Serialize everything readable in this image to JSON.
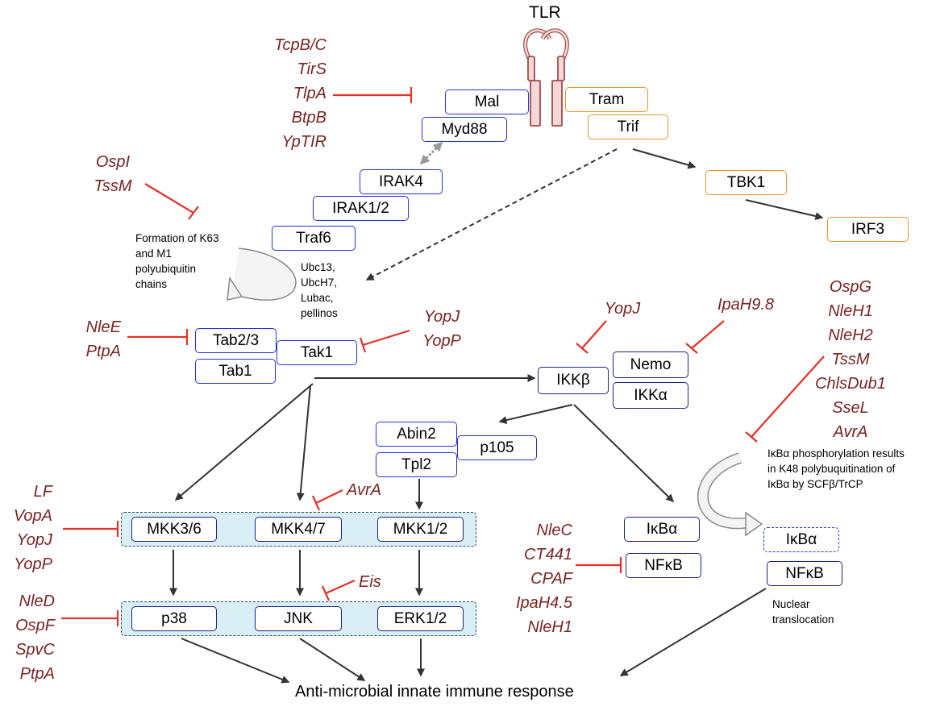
{
  "receptor": {
    "label": "TLR"
  },
  "nodes": {
    "mal": "Mal",
    "myd88": "Myd88",
    "tram": "Tram",
    "trif": "Trif",
    "tbk1": "TBK1",
    "irf3": "IRF3",
    "irak4": "IRAK4",
    "irak12": "IRAK1/2",
    "traf6": "Traf6",
    "tab23": "Tab2/3",
    "tak1": "Tak1",
    "tab1": "Tab1",
    "ikkb": "IKKβ",
    "nemo": "Nemo",
    "ikka": "IKKα",
    "abin2": "Abin2",
    "p105": "p105",
    "tpl2": "Tpl2",
    "mkk36": "MKK3/6",
    "mkk47": "MKK4/7",
    "mkk12": "MKK1/2",
    "p38": "p38",
    "jnk": "JNK",
    "erk12": "ERK1/2",
    "ikba": "IκBα",
    "nfkb": "NFκB",
    "ikba2": "IκBα",
    "nfkb2": "NFκB"
  },
  "inhibitors": {
    "tir": [
      "TcpB/C",
      "TirS",
      "TlpA",
      "BtpB",
      "YpTIR"
    ],
    "ospi": [
      "OspI",
      "TssM"
    ],
    "nlee": [
      "NleE",
      "PtpA"
    ],
    "yopj_tak": [
      "YopJ",
      "YopP"
    ],
    "yopj_ikk": [
      "YopJ"
    ],
    "ipah98": [
      "IpaH9.8"
    ],
    "ospg": [
      "OspG",
      "NleH1",
      "NleH2",
      "TssM",
      "ChlsDub1",
      "SseL",
      "AvrA"
    ],
    "lf": [
      "LF",
      "VopA",
      "YopJ",
      "YopP"
    ],
    "avra": [
      "AvrA"
    ],
    "eis": [
      "Eis"
    ],
    "nled": [
      "NleD",
      "OspF",
      "SpvC",
      "PtpA"
    ],
    "nlec": [
      "NleC",
      "CT441",
      "CPAF",
      "IpaH4.5",
      "NleH1"
    ]
  },
  "notes": {
    "k63": [
      "Formation of K63",
      "and M1",
      "polyubiquitin",
      "chains"
    ],
    "ubc": [
      "Ubc13,",
      "UbcH7,",
      "Lubac,",
      "pellinos"
    ],
    "ikba_phos": [
      "IκBα phosphorylation results",
      "in K48 polybuquitination of",
      "IκBα by SCFβ/TrCP"
    ],
    "nuclear": [
      "Nuclear",
      "translocation"
    ]
  },
  "outcome": "Anti-microbial innate immune response",
  "colors": {
    "node_border": "#2233dd",
    "trif_border": "#f0932b",
    "inhibitor": "#e53027",
    "inhibitor_text": "#7a2323",
    "mapk_group": "#daeef6"
  }
}
